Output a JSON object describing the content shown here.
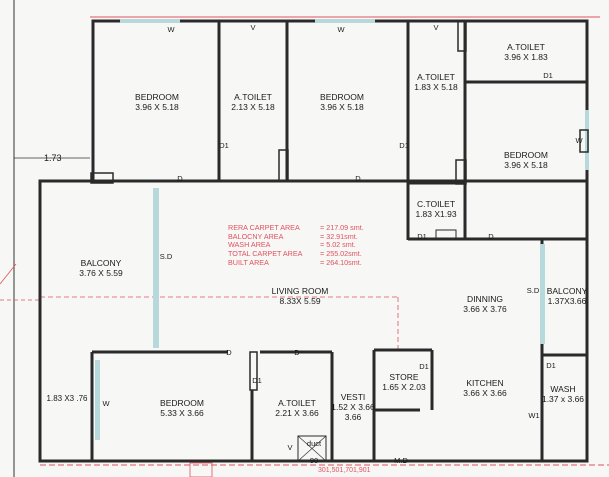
{
  "rooms": [
    {
      "key": "bedroom-1",
      "name": "BEDROOM",
      "dim": "3.96 X 5.18"
    },
    {
      "key": "toilet-1",
      "name": "A.TOILET",
      "dim": "2.13 X 5.18"
    },
    {
      "key": "bedroom-2",
      "name": "BEDROOM",
      "dim": "3.96 X 5.18"
    },
    {
      "key": "toilet-2",
      "name": "A.TOILET",
      "dim": "1.83 X 5.18"
    },
    {
      "key": "toilet-3",
      "name": "A.TOILET",
      "dim": "3.96 X 1.83"
    },
    {
      "key": "bedroom-3",
      "name": "BEDROOM",
      "dim": "3.96 X 5.18"
    },
    {
      "key": "c-toilet",
      "name": "C.TOILET",
      "dim": "1.83 X1.93"
    },
    {
      "key": "balcony-1",
      "name": "BALCONY",
      "dim": "3.76 X 5.59"
    },
    {
      "key": "living-room",
      "name": "LIVING ROOM",
      "dim": "8.33X 5.59"
    },
    {
      "key": "dinning",
      "name": "DINNING",
      "dim": "3.66 X 3.76"
    },
    {
      "key": "balcony-2",
      "name": "BALCONY",
      "dim": "1.37X3.66"
    },
    {
      "key": "store",
      "name": "STORE",
      "dim": "1.65 X 2.03"
    },
    {
      "key": "kitchen",
      "name": "KITCHEN",
      "dim": "3.66 X 3.66"
    },
    {
      "key": "wash",
      "name": "WASH",
      "dim": "1.37 x 3.66"
    },
    {
      "key": "bedroom-4",
      "name": "BEDROOM",
      "dim": "5.33 X 3.66"
    },
    {
      "key": "toilet-4",
      "name": "A.TOILET",
      "dim": "2.21 X 3.66"
    },
    {
      "key": "vesti",
      "name": "VESTI",
      "dim": "1.52 X 3.66"
    }
  ],
  "marks": {
    "w": "W",
    "v": "V",
    "d": "D",
    "d1": "D1",
    "sd": "S.D",
    "w1": "W1",
    "md": "M.D",
    "duct": "duct",
    "duct_no": "90",
    "side_w": "W"
  },
  "dims": {
    "left_top": "1.73",
    "left_bottom": "1.83 X3 .76"
  },
  "areas": [
    {
      "label": "RERA CARPET AREA",
      "value": "= 217.09 smt."
    },
    {
      "label": "BALOCNY AREA",
      "value": "= 32.91smt."
    },
    {
      "label": "WASH   AREA",
      "value": "= 5.02 smt."
    },
    {
      "label": "TOTAL CARPET AREA",
      "value": "= 255.02smt."
    },
    {
      "label": "BUILT AREA",
      "value": "= 264.10smt."
    }
  ],
  "bottom_text": "301,501,701,901",
  "colors": {
    "wall": "#2a2a2a",
    "annotation": "#e05260",
    "window": "#b7d9dc",
    "background": "#f7f7f5"
  }
}
